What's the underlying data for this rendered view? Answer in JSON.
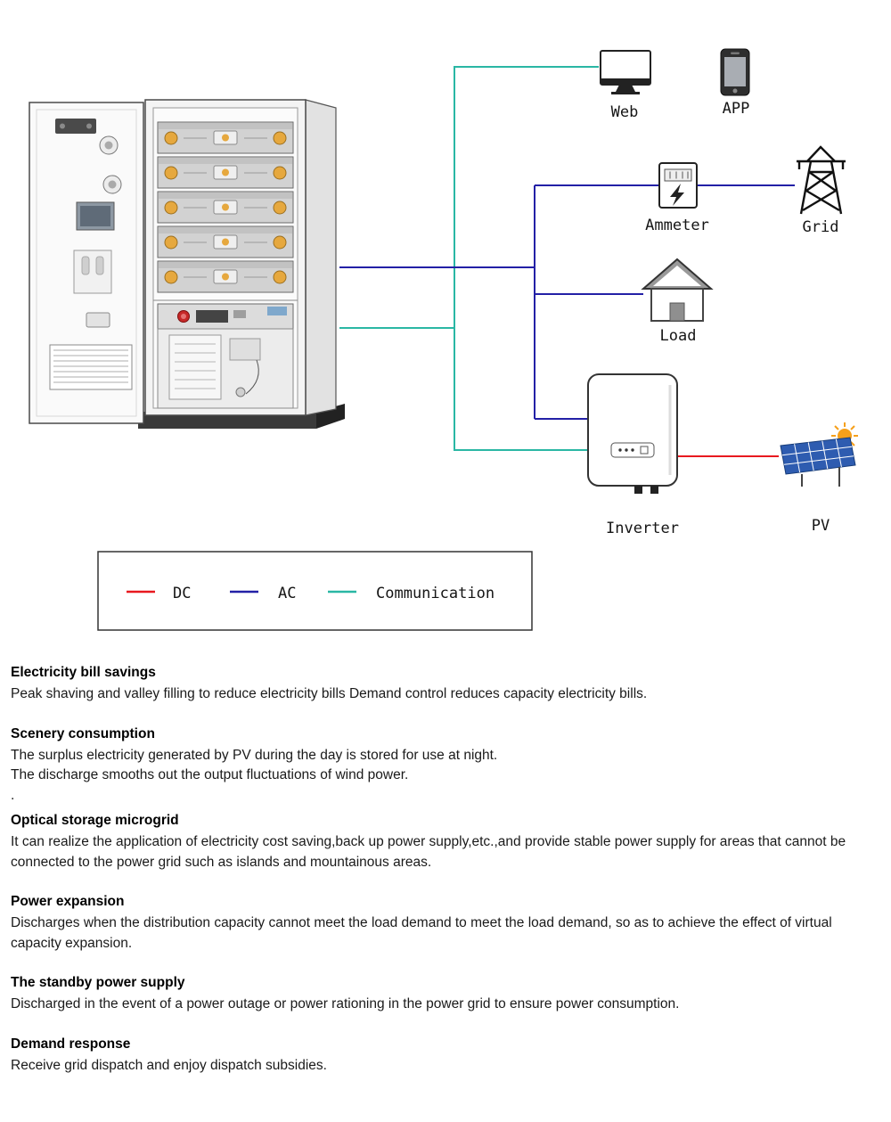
{
  "diagram": {
    "labels": {
      "web": "Web",
      "app": "APP",
      "ammeter": "Ammeter",
      "grid": "Grid",
      "load": "Load",
      "inverter": "Inverter",
      "pv": "PV"
    },
    "legend": {
      "dc": "DC",
      "ac": "AC",
      "communication": "Communication"
    },
    "colors": {
      "dc": "#e8191f",
      "ac": "#2320a6",
      "communication": "#2ab7a4"
    }
  },
  "sections": [
    {
      "title": "Electricity bill savings",
      "lines": [
        "Peak shaving and valley filling to reduce electricity bills Demand control reduces capacity electricity bills."
      ]
    },
    {
      "title": "Scenery consumption",
      "lines": [
        "The surplus electricity generated by PV during the day is stored for use at night.",
        "The discharge smooths out the output fluctuations of wind power.",
        "."
      ]
    },
    {
      "title": "Optical storage microgrid",
      "lines": [
        "It can realize the application of electricity cost saving,back up power supply,etc.,and provide stable power supply for areas that cannot be connected to the power grid such as islands and mountainous areas."
      ]
    },
    {
      "title": "Power expansion",
      "lines": [
        "Discharges when the distribution capacity cannot meet the load demand to meet the load demand, so as to achieve the effect of virtual capacity expansion."
      ]
    },
    {
      "title": "The standby power supply",
      "lines": [
        "Discharged in the event of a power outage or power rationing in the power grid to ensure power consumption."
      ]
    },
    {
      "title": "Demand response",
      "lines": [
        "Receive grid dispatch and enjoy dispatch subsidies."
      ]
    }
  ]
}
